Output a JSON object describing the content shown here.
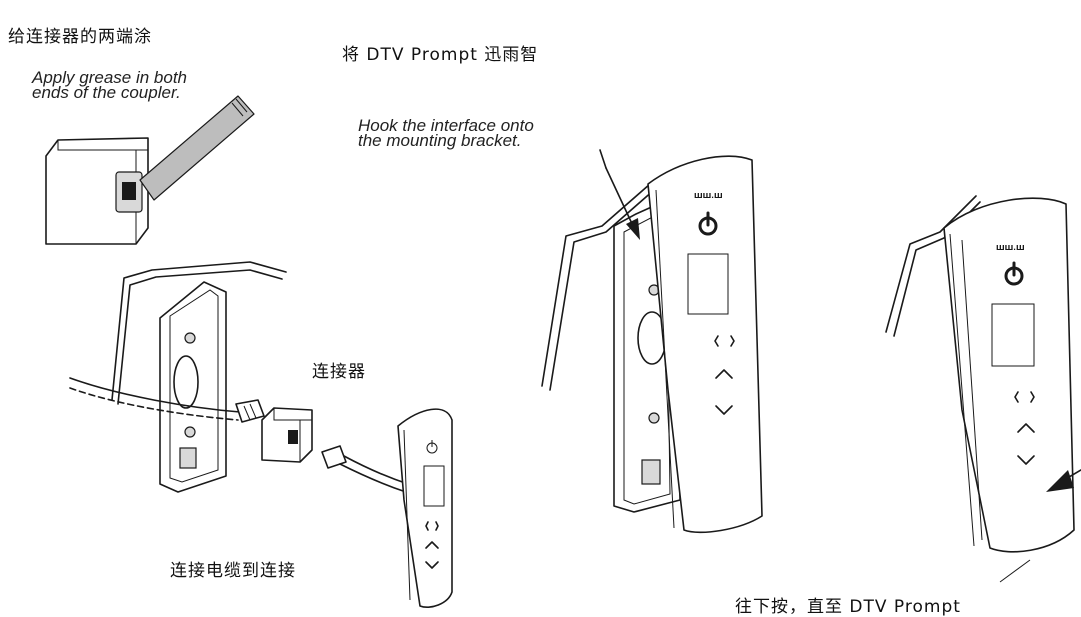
{
  "captions": {
    "step1_title": "给连接器的两端涂",
    "step2_title": "将 DTV Prompt 迅雨智",
    "coupler_label": "连接器",
    "cable_label": "连接电缆到连接",
    "step3_title": "往下按，直至 DTV Prompt"
  },
  "callouts": {
    "grease": "Apply grease in both\nends of the coupler.",
    "hook": "Hook the interface onto\nthe mounting bracket."
  },
  "device": {
    "brand_mark": "ШШ.Ш",
    "power_icon": "power-icon",
    "symbols": [
      "( )",
      "^",
      "v"
    ]
  }
}
